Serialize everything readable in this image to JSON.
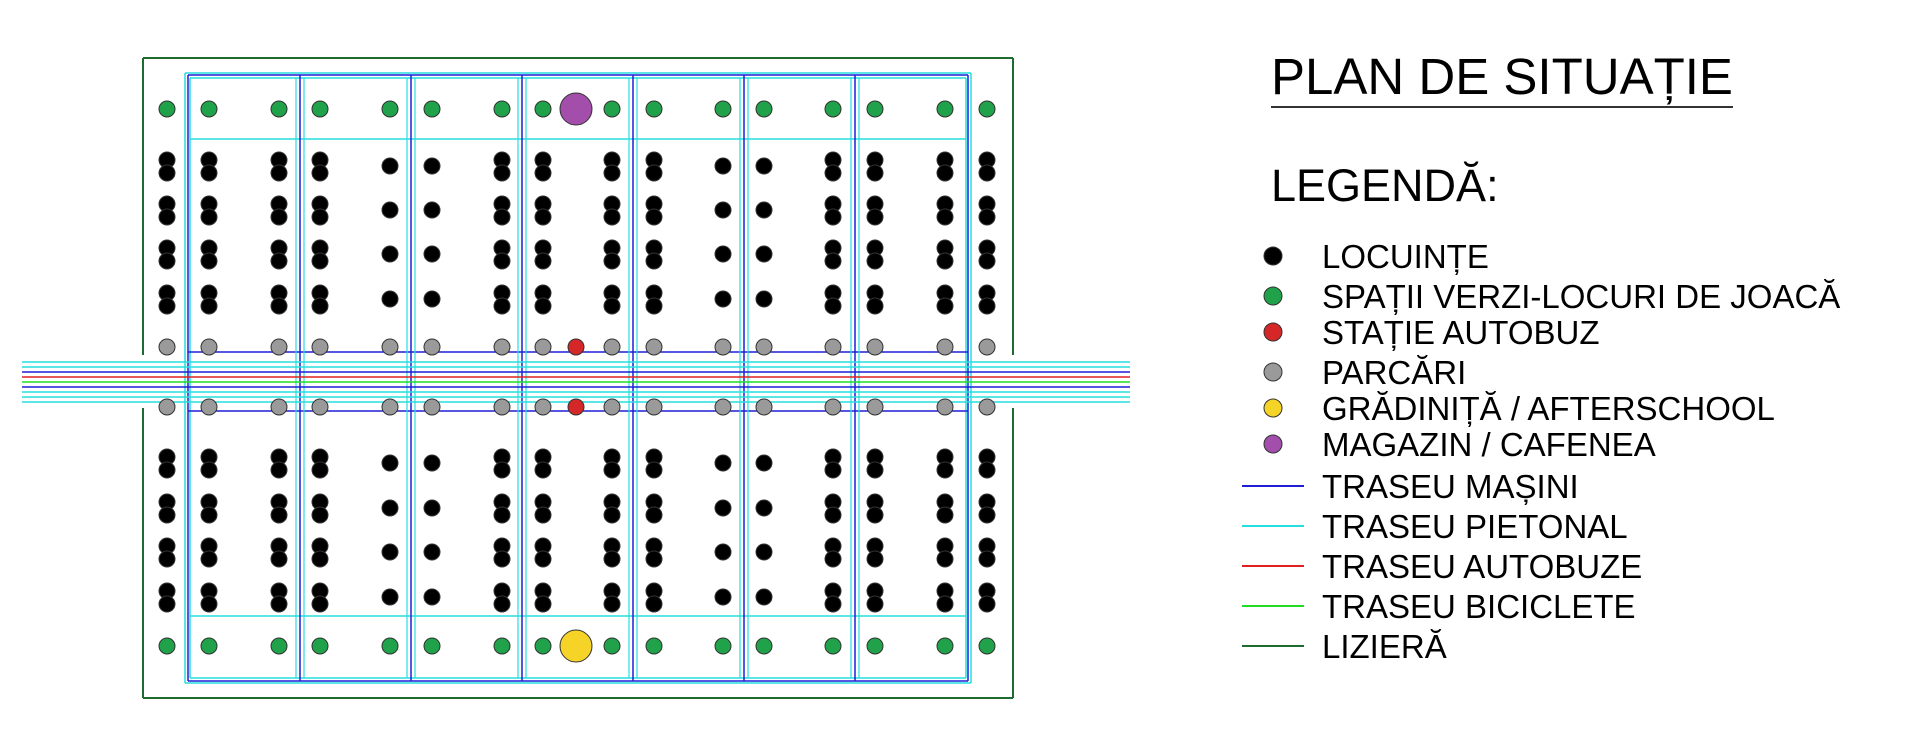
{
  "title": "PLAN DE SITUAȚIE",
  "legend_heading": "LEGENDĂ:",
  "legend": [
    {
      "label": "LOCUINȚE",
      "symbol": "dot",
      "color": "#000000",
      "icon": "black-dot-icon"
    },
    {
      "label": "SPAȚII VERZI-LOCURI DE JOACĂ",
      "symbol": "dot",
      "color": "#1fa24a",
      "icon": "green-dot-icon"
    },
    {
      "label": "STAȚIE AUTOBUZ",
      "symbol": "dot",
      "color": "#d62728",
      "icon": "red-dot-icon"
    },
    {
      "label": "PARCĂRI",
      "symbol": "dot",
      "color": "#9a9a9a",
      "icon": "gray-dot-icon"
    },
    {
      "label": "GRĂDINIȚĂ / AFTERSCHOOL",
      "symbol": "dot",
      "color": "#f5d327",
      "icon": "yellow-dot-icon"
    },
    {
      "label": "MAGAZIN / CAFENEA",
      "symbol": "dot",
      "color": "#a24eaa",
      "icon": "purple-dot-icon"
    },
    {
      "label": "TRASEU MAȘINI",
      "symbol": "line",
      "color": "#1f1fd6",
      "icon": "blue-line-icon"
    },
    {
      "label": "TRASEU PIETONAL",
      "symbol": "line",
      "color": "#27dede",
      "icon": "cyan-line-icon"
    },
    {
      "label": "TRASEU AUTOBUZE",
      "symbol": "line",
      "color": "#e02020",
      "icon": "red-line-icon"
    },
    {
      "label": "TRASEU BICICLETE",
      "symbol": "line",
      "color": "#22dd22",
      "icon": "green-line-icon"
    },
    {
      "label": "LIZIERĂ",
      "symbol": "line",
      "color": "#1e6b30",
      "icon": "darkgreen-line-icon"
    }
  ]
}
